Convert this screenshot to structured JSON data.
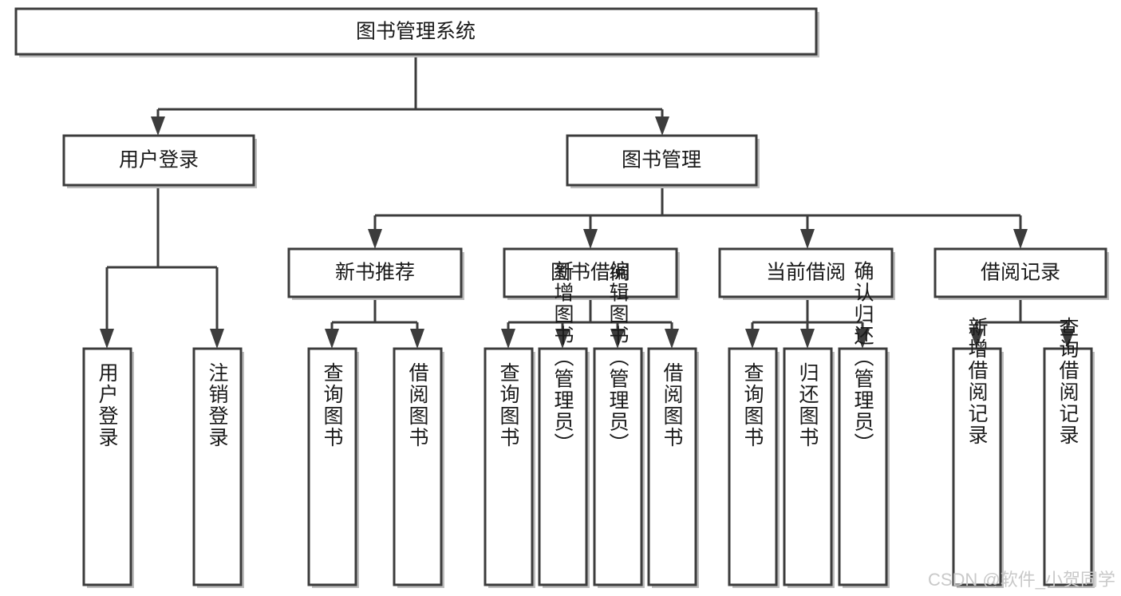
{
  "diagram": {
    "title": "图书管理系统",
    "type": "tree",
    "orientation": "top-down",
    "theme": {
      "background": "#ffffff",
      "node_fill": "#ffffff",
      "node_stroke": "#3c3c3c",
      "edge_color": "#3c3c3c",
      "text_color": "#1a1a1a",
      "watermark_color": "#c9c9c9"
    },
    "root": {
      "id": "root",
      "label": "图书管理系统"
    },
    "level2": [
      {
        "id": "user-login",
        "label": "用户登录"
      },
      {
        "id": "book-management",
        "label": "图书管理"
      }
    ],
    "level3": [
      {
        "id": "new-book-recommend",
        "label": "新书推荐",
        "parent": "book-management"
      },
      {
        "id": "book-borrow",
        "label": "图书借阅",
        "parent": "book-management"
      },
      {
        "id": "current-borrow",
        "label": "当前借阅",
        "parent": "book-management"
      },
      {
        "id": "borrow-record",
        "label": "借阅记录",
        "parent": "book-management"
      }
    ],
    "leaves": [
      {
        "id": "leaf-user-login",
        "label": "用户登录",
        "parent": "user-login"
      },
      {
        "id": "leaf-user-logout",
        "label": "注销登录",
        "parent": "user-login"
      },
      {
        "id": "leaf-query-book-rec",
        "label": "查询图书",
        "parent": "new-book-recommend"
      },
      {
        "id": "leaf-borrow-book-rec",
        "label": "借阅图书",
        "parent": "new-book-recommend"
      },
      {
        "id": "leaf-query-book-borrow",
        "label": "查询图书",
        "parent": "book-borrow"
      },
      {
        "id": "leaf-add-book",
        "label": "新增图书（管理员）",
        "parent": "book-borrow"
      },
      {
        "id": "leaf-edit-book",
        "label": "编辑图书（管理员）",
        "parent": "book-borrow"
      },
      {
        "id": "leaf-borrow-book",
        "label": "借阅图书",
        "parent": "book-borrow"
      },
      {
        "id": "leaf-query-book-cur",
        "label": "查询图书",
        "parent": "current-borrow"
      },
      {
        "id": "leaf-return-book",
        "label": "归还图书",
        "parent": "current-borrow"
      },
      {
        "id": "leaf-confirm-return",
        "label": "确认归还（管理员）",
        "parent": "current-borrow"
      },
      {
        "id": "leaf-add-record",
        "label": "新增借阅记录",
        "parent": "borrow-record"
      },
      {
        "id": "leaf-query-record",
        "label": "查询借阅记录",
        "parent": "borrow-record"
      }
    ]
  },
  "watermark": {
    "text": "CSDN @软件_小贺同学"
  }
}
